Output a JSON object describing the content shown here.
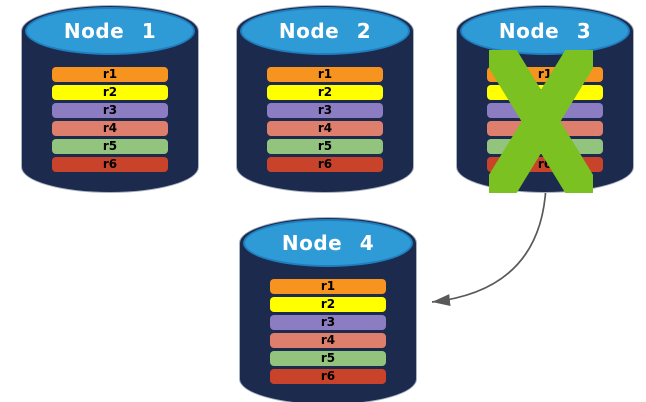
{
  "diagram": {
    "kind": "database-replication-failover",
    "node_count_label": "4 nodes",
    "failed_node": "Node 3",
    "failover_target": "Node 4"
  },
  "nodes": [
    {
      "id": "node-1",
      "label": "Node 1",
      "failed": false,
      "rows": [
        "r1",
        "r2",
        "r3",
        "r4",
        "r5",
        "r6"
      ]
    },
    {
      "id": "node-2",
      "label": "Node 2",
      "failed": false,
      "rows": [
        "r1",
        "r2",
        "r3",
        "r4",
        "r5",
        "r6"
      ]
    },
    {
      "id": "node-3",
      "label": "Node 3",
      "failed": true,
      "rows": [
        "r1",
        "r2",
        "r3",
        "r4",
        "r5",
        "r6"
      ]
    },
    {
      "id": "node-4",
      "label": "Node 4",
      "failed": false,
      "rows": [
        "r1",
        "r2",
        "r3",
        "r4",
        "r5",
        "r6"
      ]
    }
  ],
  "icons": {
    "failure_icon": "failure-x-icon",
    "arrow_icon": "failover-arrow"
  },
  "colors": {
    "canvas_background": "#FFFFFF",
    "cylinder_body": "#1C2B4D",
    "cylinder_outline": "#A9B3C1",
    "cylinder_top_fill": "#2E9BD6",
    "cylinder_top_border": "#1F7EC0",
    "node_label_text": "#FFFFFF",
    "row_text": "#000000",
    "row_fills": [
      "#F79420",
      "#FFFF00",
      "#8C7CC1",
      "#DE7E6D",
      "#93C47D",
      "#C9432B"
    ],
    "failure_x": "#7CC122",
    "arrow": "#595959"
  }
}
